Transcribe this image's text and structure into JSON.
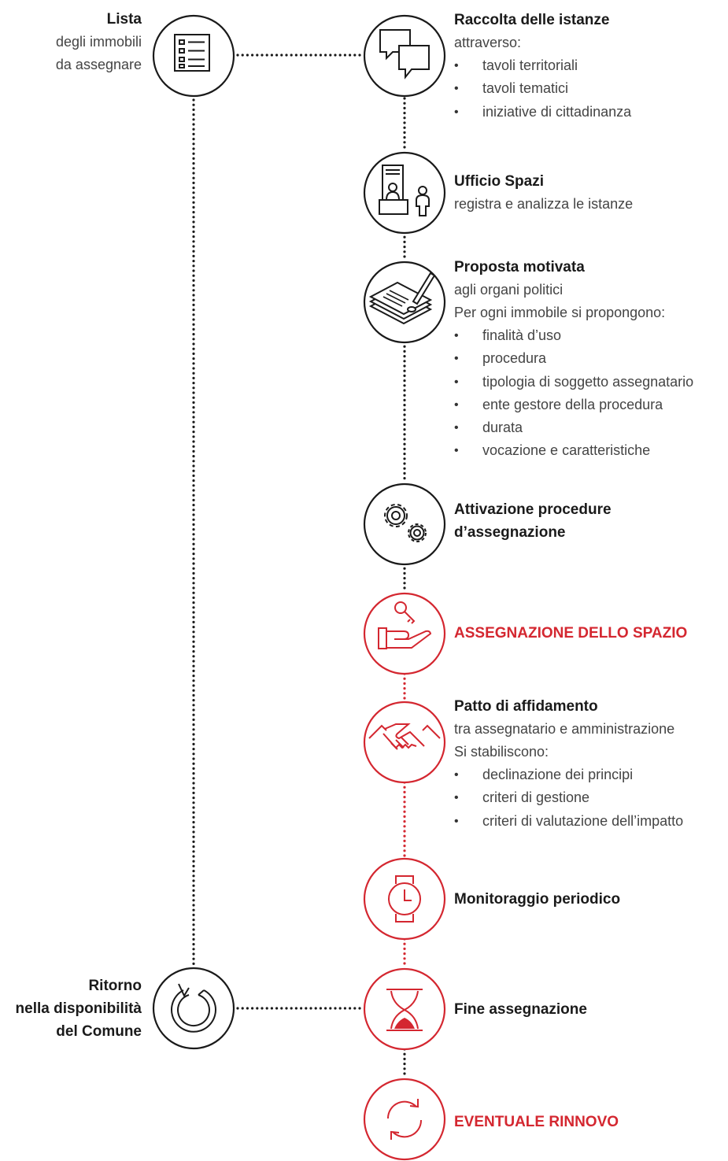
{
  "left": {
    "start": {
      "title": "Lista",
      "lines": [
        "degli immobili",
        "da assegnare"
      ],
      "icon": "list-icon"
    },
    "end": {
      "title_lines": [
        "Ritorno",
        "nella disponibilità",
        "del Comune"
      ],
      "icon": "return-arrow-icon"
    }
  },
  "steps": [
    {
      "title": "Raccolta delle istanze",
      "sub": [
        "attraverso:"
      ],
      "bullets": [
        "tavoli territoriali",
        "tavoli tematici",
        "iniziative di cittadinanza"
      ],
      "icon": "speech-bubbles-icon"
    },
    {
      "title": "Ufficio Spazi",
      "sub": [
        "registra e analizza le istanze"
      ],
      "bullets": [],
      "icon": "office-desk-icon"
    },
    {
      "title": "Proposta motivata",
      "sub": [
        "agli organi politici",
        "Per ogni immobile si propongono:"
      ],
      "bullets": [
        "finalità d’uso",
        "procedura",
        "tipologia di soggetto assegnatario",
        "ente gestore della procedura",
        "durata",
        "vocazione e caratteristiche"
      ],
      "icon": "signed-document-icon"
    },
    {
      "title_lines": [
        "Attivazione procedure",
        "d’assegnazione"
      ],
      "icon": "gears-icon"
    },
    {
      "title": "ASSEGNAZIONE DELLO SPAZIO",
      "icon": "key-hand-icon"
    },
    {
      "title": "Patto di affidamento",
      "sub": [
        "tra assegnatario e amministrazione",
        "Si stabiliscono:"
      ],
      "bullets": [
        "declinazione dei principi",
        "criteri di gestione",
        "criteri di valutazione dell’impatto"
      ],
      "icon": "handshake-icon"
    },
    {
      "title": "Monitoraggio periodico",
      "icon": "watch-icon"
    },
    {
      "title": "Fine assegnazione",
      "icon": "hourglass-icon"
    },
    {
      "title": "EVENTUALE RINNOVO",
      "icon": "renew-arrows-icon"
    }
  ],
  "colors": {
    "dark": "#1a1a1a",
    "accent": "#d42730"
  }
}
